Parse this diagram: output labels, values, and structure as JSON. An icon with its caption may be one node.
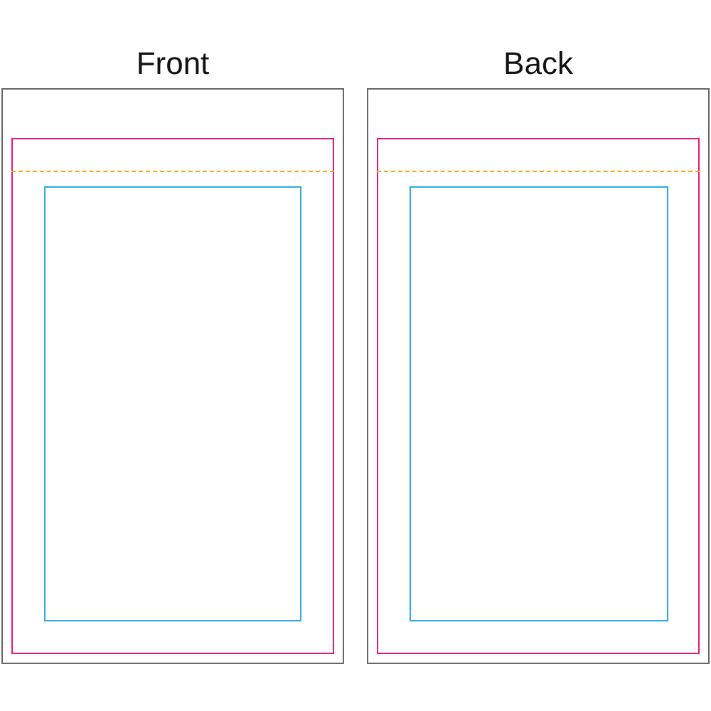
{
  "diagram": {
    "nodes": [
      {
        "text": [
          "Front"
        ]
      },
      {
        "text": [],
        "shape": "box",
        "in": 0
      },
      {
        "text": [],
        "shape": "line",
        "in": 1
      },
      {
        "text": [],
        "shape": "box",
        "in": 1
      },
      {
        "text": [
          "Back"
        ]
      },
      {
        "text": [],
        "shape": "box",
        "in": 4
      },
      {
        "text": [],
        "shape": "line",
        "in": 5
      },
      {
        "text": [],
        "shape": "box",
        "in": 5
      }
    ]
  }
}
